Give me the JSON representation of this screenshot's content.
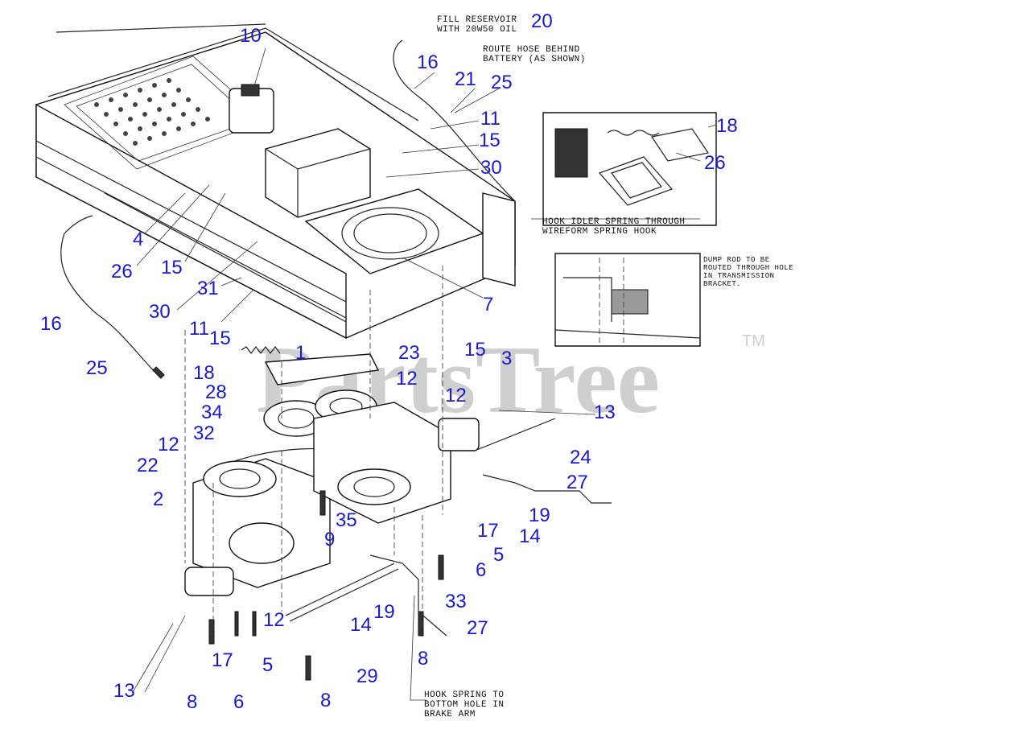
{
  "watermark": {
    "text": "PartsTree",
    "mark": "TM"
  },
  "notes": [
    {
      "id": "fill",
      "lines": [
        "FILL RESERVOIR",
        "WITH 20W50 OIL"
      ]
    },
    {
      "id": "route",
      "lines": [
        "ROUTE HOSE BEHIND",
        "BATTERY (AS SHOWN)"
      ]
    },
    {
      "id": "hook-idler",
      "lines": [
        "HOOK IDLER SPRING THROUGH",
        "WIREFORM SPRING HOOK"
      ]
    },
    {
      "id": "dump-rod",
      "lines": [
        "DUMP ROD TO BE",
        "ROUTED THROUGH HOLE",
        "IN TRANSMISSION",
        "BRACKET."
      ]
    },
    {
      "id": "hook-spring",
      "lines": [
        "HOOK SPRING TO",
        "BOTTOM HOLE IN",
        "BRAKE ARM"
      ]
    }
  ],
  "callouts": [
    "20",
    "10",
    "16",
    "21",
    "25",
    "11",
    "15",
    "30",
    "18",
    "26",
    "4",
    "26",
    "15",
    "31",
    "30",
    "11",
    "16",
    "25",
    "7",
    "15",
    "1",
    "23",
    "15",
    "3",
    "12",
    "18",
    "28",
    "12",
    "13",
    "34",
    "32",
    "12",
    "22",
    "24",
    "27",
    "2",
    "35",
    "19",
    "9",
    "17",
    "14",
    "5",
    "6",
    "33",
    "19",
    "14",
    "27",
    "12",
    "13",
    "17",
    "5",
    "29",
    "8",
    "6",
    "8",
    "8"
  ]
}
